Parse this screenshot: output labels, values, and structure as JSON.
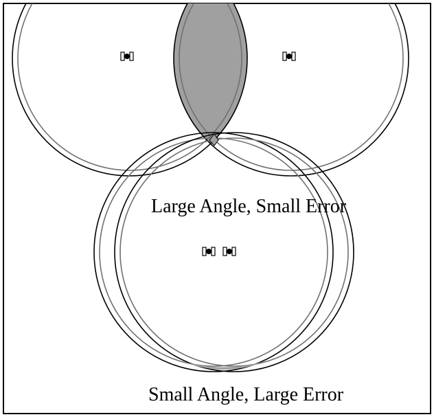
{
  "panels": [
    {
      "caption": "Large Angle, Small Error",
      "satellites": [
        "satellite-icon",
        "satellite-icon"
      ],
      "error_region": "small"
    },
    {
      "caption": "Small Angle, Large Error",
      "satellites": [
        "satellite-icon",
        "satellite-icon"
      ],
      "error_region": "large"
    }
  ],
  "colors": {
    "outer_ring": "#000000",
    "inner_ring": "#707070",
    "error_fill": "#a0a0a0",
    "border": "#000000",
    "background": "#ffffff"
  }
}
